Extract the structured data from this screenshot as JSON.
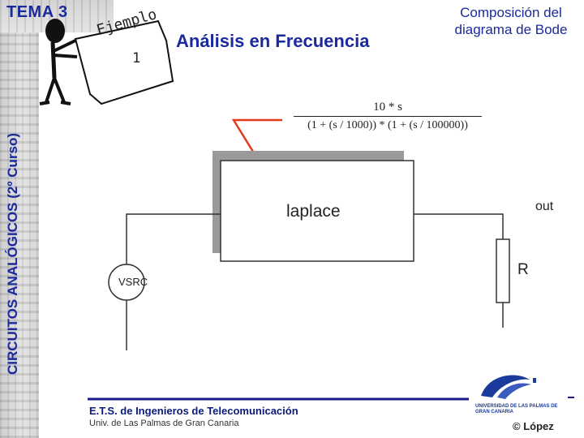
{
  "header": {
    "tema": "TEMA 3",
    "side_title": "CIRCUITOS ANALÓGICOS (2º Curso)",
    "main_title": "Análisis en Frecuencia",
    "subtitle_line1": "Composición del",
    "subtitle_line2": "diagrama de Bode"
  },
  "sign": {
    "word": "Ejemplo",
    "number": "1"
  },
  "formula": {
    "numerator": "10 * s",
    "denominator": "(1 + (s / 1000)) * (1 + (s / 100000))"
  },
  "schematic": {
    "block_label": "laplace",
    "output_label": "out",
    "resistor_label": "R",
    "source_label": "VSRC"
  },
  "footer": {
    "school": "E.T.S. de Ingenieros de Telecomunicación",
    "university": "Univ. de Las Palmas de Gran Canaria",
    "logo_text": "UNIVERSIDAD DE LAS PALMAS DE GRAN CANARIA",
    "copyright_symbol": "©",
    "author": "López"
  },
  "colors": {
    "title_blue": "#1a2a9c",
    "line_red": "#e23a1a",
    "footer_line": "#1a1a8a"
  }
}
